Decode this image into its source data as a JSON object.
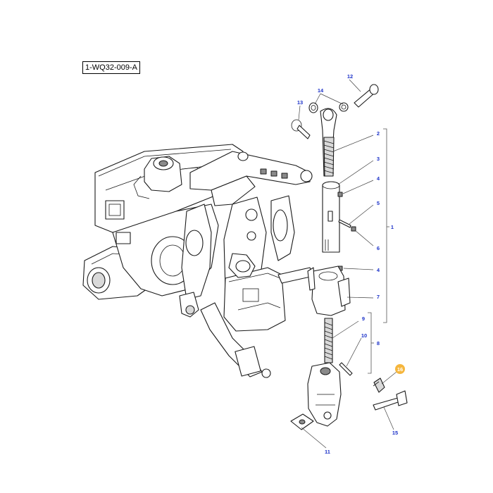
{
  "reference_code": "1-WQ32-009-A",
  "callouts": {
    "c1": "1",
    "c2": "2",
    "c3": "3",
    "c4a": "4",
    "c4b": "4",
    "c5": "5",
    "c6": "6",
    "c7": "7",
    "c8": "8",
    "c9": "9",
    "c10": "10",
    "c11": "11",
    "c12": "12",
    "c13": "13",
    "c14": "14",
    "c15": "15",
    "c16": "16"
  },
  "colors": {
    "callout_text": "#1d33c9",
    "highlight": "#f5b63d",
    "line": "#1a1a1a"
  }
}
